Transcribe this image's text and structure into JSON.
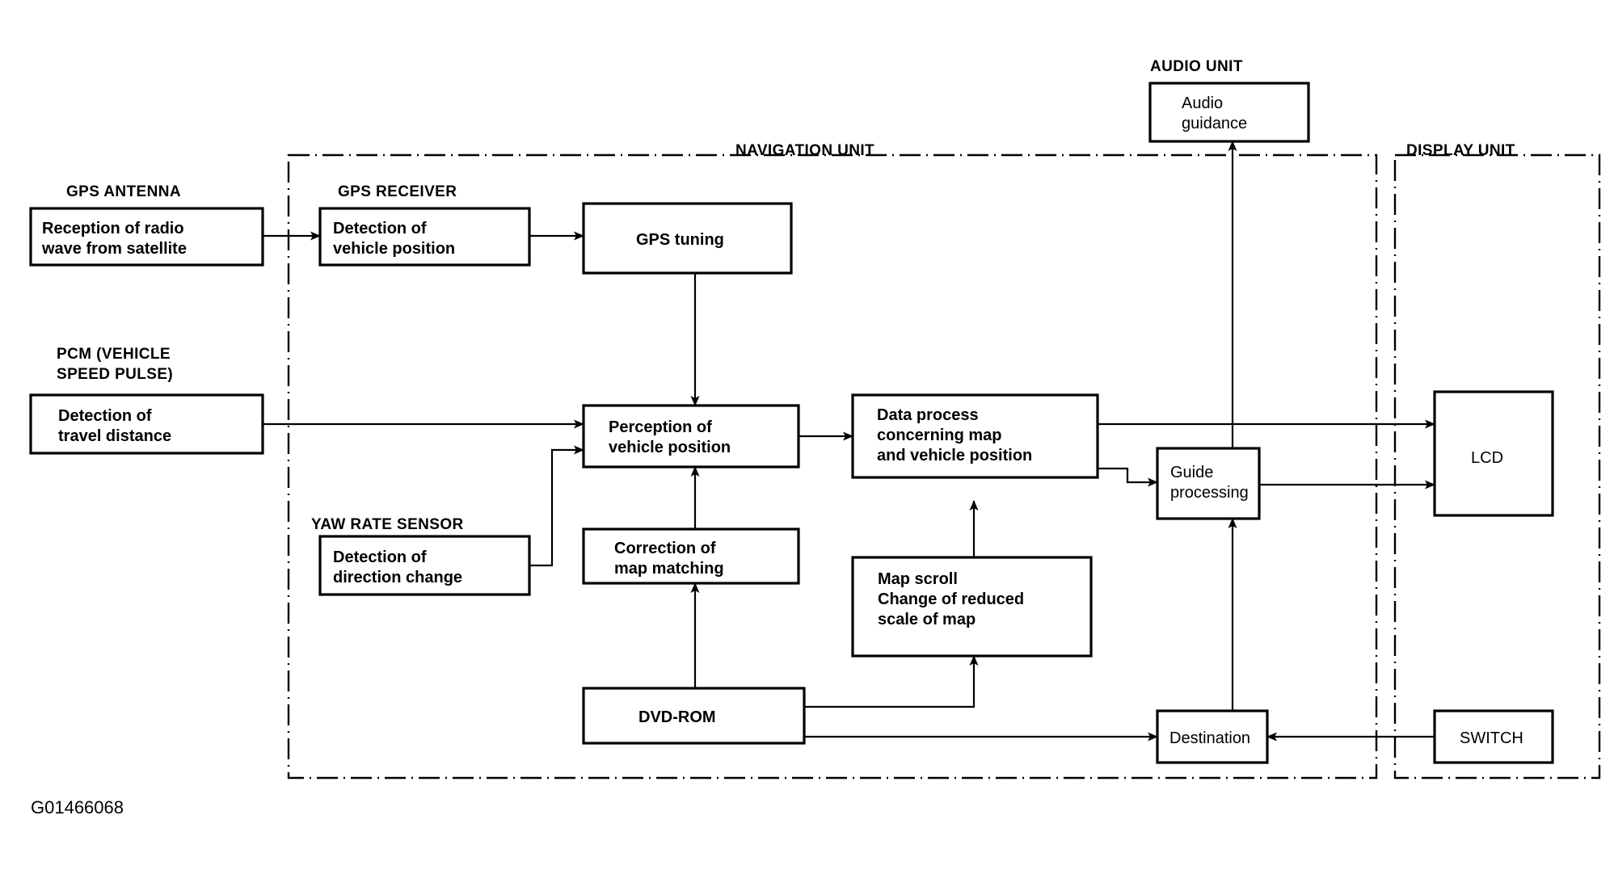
{
  "diagram": {
    "caption": "G01466068",
    "groups": [
      {
        "id": "gps-antenna",
        "label": "GPS ANTENNA"
      },
      {
        "id": "gps-receiver",
        "label": "GPS RECEIVER"
      },
      {
        "id": "pcm",
        "label": "PCM (VEHICLE",
        "label2": "SPEED PULSE)"
      },
      {
        "id": "yaw-rate",
        "label": "YAW RATE SENSOR"
      },
      {
        "id": "navigation",
        "label": "NAVIGATION UNIT"
      },
      {
        "id": "audio",
        "label": "AUDIO UNIT"
      },
      {
        "id": "display",
        "label": "DISPLAY UNIT"
      }
    ],
    "boxes": [
      {
        "id": "reception",
        "lines": [
          "Reception of radio",
          "wave from satellite"
        ]
      },
      {
        "id": "detection-pos",
        "lines": [
          "Detection of",
          "vehicle position"
        ]
      },
      {
        "id": "gps-tuning",
        "lines": [
          "GPS tuning"
        ]
      },
      {
        "id": "travel-dist",
        "lines": [
          "Detection of",
          "travel distance"
        ]
      },
      {
        "id": "direction",
        "lines": [
          "Detection of",
          "direction change"
        ]
      },
      {
        "id": "perception",
        "lines": [
          "Perception of",
          "vehicle position"
        ]
      },
      {
        "id": "correction",
        "lines": [
          "Correction of",
          "map matching"
        ]
      },
      {
        "id": "data-process",
        "lines": [
          "Data process",
          "concerning map",
          "and vehicle position"
        ]
      },
      {
        "id": "map-scroll",
        "lines": [
          "Map scroll",
          "Change of reduced",
          "scale of map"
        ]
      },
      {
        "id": "dvd-rom",
        "lines": [
          "DVD-ROM"
        ]
      },
      {
        "id": "audio-guid",
        "lines": [
          "Audio",
          "guidance"
        ]
      },
      {
        "id": "guide-proc",
        "lines": [
          "Guide",
          "processing"
        ]
      },
      {
        "id": "destination",
        "lines": [
          "Destination"
        ]
      },
      {
        "id": "lcd",
        "lines": [
          "LCD"
        ]
      },
      {
        "id": "switch",
        "lines": [
          "SWITCH"
        ]
      }
    ],
    "colors": {
      "stroke": "#000000",
      "fill": "#ffffff",
      "background": "#ffffff"
    }
  }
}
